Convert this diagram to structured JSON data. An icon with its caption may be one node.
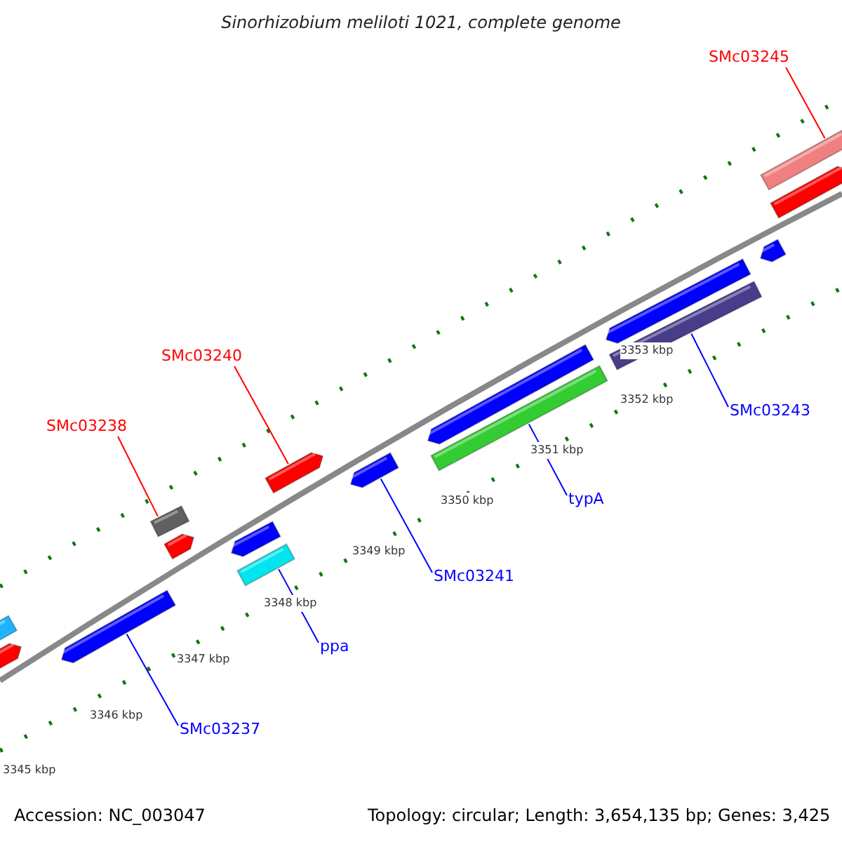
{
  "diagram": {
    "title": "Sinorhizobium meliloti 1021, complete genome",
    "nodes": [
      {
        "text": [
          "SMc03245"
        ]
      },
      {
        "text": [],
        "shape": "bar"
      },
      {
        "text": [
          "SMc03240"
        ]
      },
      {
        "text": [],
        "shape": "bar"
      },
      {
        "text": [
          "SMc03243"
        ]
      },
      {
        "text": [],
        "shape": "bar"
      },
      {
        "text": [
          "SMc03238"
        ]
      },
      {
        "text": [],
        "shape": "bar"
      },
      {
        "text": [
          "typA"
        ]
      },
      {
        "text": [],
        "shape": "bar"
      },
      {
        "text": [
          "SMc03241"
        ]
      },
      {
        "text": [],
        "shape": "bar"
      },
      {
        "text": [
          "ppa"
        ]
      },
      {
        "text": [],
        "shape": "bar"
      },
      {
        "text": [
          "SMc03237"
        ]
      },
      {
        "text": [],
        "shape": "bar"
      }
    ],
    "edges": [
      {
        "from": 0,
        "to": 1,
        "arrow": "none",
        "color": "#ff0000"
      },
      {
        "from": 2,
        "to": 3,
        "arrow": "none",
        "color": "#ff0000"
      },
      {
        "from": 4,
        "to": 5,
        "arrow": "none"
      },
      {
        "from": 6,
        "to": 7,
        "arrow": "none",
        "color": "#ff0000"
      },
      {
        "from": 8,
        "to": 9,
        "arrow": "none"
      },
      {
        "from": 10,
        "to": 11,
        "arrow": "none"
      },
      {
        "from": 12,
        "to": 13,
        "arrow": "none"
      },
      {
        "from": 14,
        "to": 15,
        "arrow": "none"
      }
    ],
    "labels": [
      "3353 kbp",
      "3352 kbp",
      "3351 kbp",
      "3350 kbp",
      "3349 kbp",
      "3348 kbp",
      "3347 kbp",
      "3346 kbp",
      "3345 kbp",
      "Accession: NC_003047",
      "Topology: circular; Length: 3,654,135 bp; Genes: 3,425"
    ]
  }
}
